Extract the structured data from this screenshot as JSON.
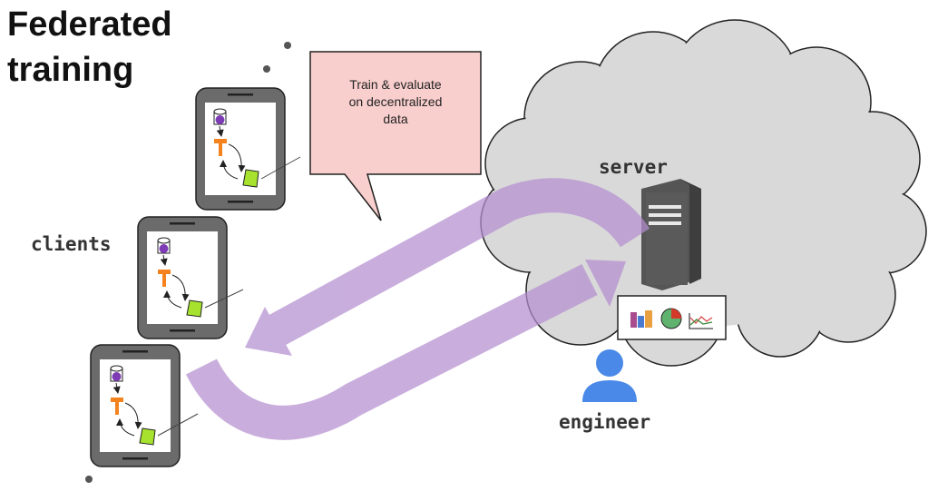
{
  "title": {
    "line1": "Federated",
    "line2": "training"
  },
  "callout": {
    "lines": [
      "Train & evaluate",
      "on decentralized",
      "data"
    ],
    "fill": "#f9cfce"
  },
  "labels": {
    "clients": "clients",
    "server": "server",
    "engineer": "engineer"
  },
  "colors": {
    "cloud": "#d9d9d9",
    "arrow": "#b48fd0",
    "phone_frame": "#6b6b6b",
    "model_icon": "#f4831f",
    "data_dot": "#7d3bb5",
    "update_square": "#a6e22e",
    "person": "#4a89e8",
    "server_body": "#555555"
  },
  "icons": [
    "database-icon",
    "tensorflow-icon",
    "update-icon",
    "server-icon",
    "person-icon",
    "bar-chart-icon",
    "pie-chart-icon",
    "line-chart-icon"
  ]
}
